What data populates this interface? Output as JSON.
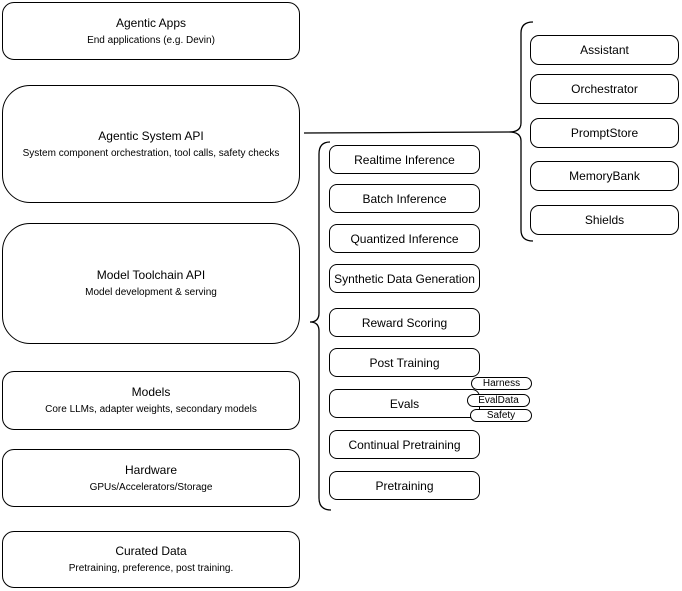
{
  "diagram": {
    "left_column": {
      "items": [
        {
          "title": "Agentic Apps",
          "subtitle": "End applications (e.g. Devin)"
        },
        {
          "title": "Agentic System API",
          "subtitle": "System component orchestration, tool calls, safety checks"
        },
        {
          "title": "Model Toolchain API",
          "subtitle": "Model development & serving"
        },
        {
          "title": "Models",
          "subtitle": "Core LLMs, adapter weights, secondary models"
        },
        {
          "title": "Hardware",
          "subtitle": "GPUs/Accelerators/Storage"
        },
        {
          "title": "Curated Data",
          "subtitle": "Pretraining, preference, post training."
        }
      ]
    },
    "middle_column": {
      "items": [
        "Realtime Inference",
        "Batch Inference",
        "Quantized Inference",
        "Synthetic Data Generation",
        "Reward Scoring",
        "Post Training",
        "Evals",
        "Continual Pretraining",
        "Pretraining"
      ],
      "evals_tags": [
        "Harness",
        "EvalData",
        "Safety"
      ]
    },
    "right_column": {
      "items": [
        "Assistant",
        "Orchestrator",
        "PromptStore",
        "MemoryBank",
        "Shields"
      ]
    },
    "colors": {
      "stroke": "#000000",
      "fill": "#ffffff",
      "background": "#ffffff"
    }
  }
}
